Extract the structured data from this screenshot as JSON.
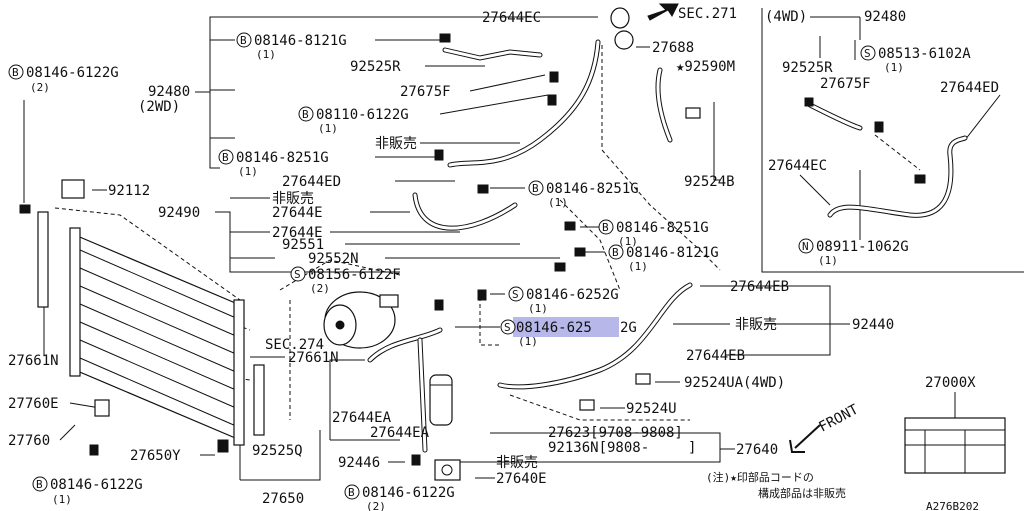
{
  "refs": {
    "sec271": "SEC.271",
    "sec274": "SEC.274",
    "front": "FRONT"
  },
  "labels": {
    "l_27644EC_top": "27644EC",
    "l_27688": "27688",
    "l_92590M": "★92590M",
    "l_08146_8121G_top": "08146-8121G",
    "l_92525R": "92525R",
    "l_27675F": "27675F",
    "l_92480_2wd": "92480",
    "l_2wd": "(2WD)",
    "l_08110_6122G": "08110-6122G",
    "l_hihanbai_1": "非販売",
    "l_08146_8251G_a": "08146-8251G",
    "l_27644ED": "27644ED",
    "l_92524B": "92524B",
    "l_08146_6122G_left": "08146-6122G",
    "l_92112": "92112",
    "l_92490": "92490",
    "l_hihanbai_2": "非販売",
    "l_27644E_a": "27644E",
    "l_27644E_b": "27644E",
    "l_92551": "92551",
    "l_92552N": "92552N",
    "l_08156_6122F": "08156-6122F",
    "l_08146_8251G_b": "08146-8251G",
    "l_08146_8251G_c": "08146-8251G",
    "l_08146_8121G_b": "08146-8121G",
    "l_27644EB_a": "27644EB",
    "l_08146_6252G_a": "08146-6252G",
    "l_08146_6252G_b_pre": "08146-625",
    "l_08146_6252G_b_post": "2G",
    "l_hihanbai_3": "非販売",
    "l_92440": "92440",
    "l_27644EB_b": "27644EB",
    "l_27661N_left": "27661N",
    "l_27661N_mid": "27661N",
    "l_92524UA": "92524UA(4WD)",
    "l_27760E": "27760E",
    "l_27760": "27760",
    "l_27644EA_a": "27644EA",
    "l_27644EA_b": "27644EA",
    "l_92524U": "92524U",
    "l_27623": "27623[9708-9808]",
    "l_92136N": "92136N[9808-",
    "l_bracket_close": "]",
    "l_27640": "27640",
    "l_27650Y": "27650Y",
    "l_92525Q": "92525Q",
    "l_92446": "92446",
    "l_hihanbai_4": "非販売",
    "l_27640E": "27640E",
    "l_08146_6122G_bl": "08146-6122G",
    "l_27650": "27650",
    "l_08146_6122G_bm": "08146-6122G",
    "l_27000X": "27000X",
    "l_note_1": "(注)★印部品コードの",
    "l_note_2": "構成部品は非販売",
    "l_code": "A276B202"
  },
  "qty": {
    "q_1": "(1)",
    "q_2": "(2)"
  },
  "prefix": {
    "b": "B",
    "s": "S",
    "n": "N"
  },
  "inset": {
    "title": "(4WD)",
    "l_92480": "92480",
    "l_92525R": "92525R",
    "l_08513_6102A": "08513-6102A",
    "l_27675F": "27675F",
    "l_27644ED": "27644ED",
    "l_27644EC": "27644EC",
    "l_08911_1062G": "08911-1062G"
  }
}
